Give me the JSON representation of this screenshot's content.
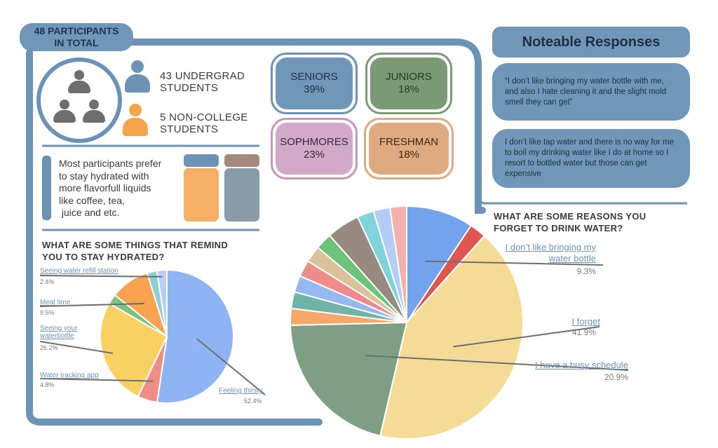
{
  "participants": {
    "tag_line1": "48 PARTICIPANTS",
    "tag_line2": "IN TOTAL"
  },
  "groups": [
    {
      "line1": "43 UNDERGRAD",
      "line2": "STUDENTS",
      "color": "#6c93b5"
    },
    {
      "line1": "5 NON-COLLEGE",
      "line2": "STUDENTS",
      "color": "#f4a54c"
    }
  ],
  "classes": [
    {
      "name": "SENIORS",
      "pct": "39%",
      "fill": "#7097b8",
      "border": "#6c93b5",
      "text": "#1d3044"
    },
    {
      "name": "JUNIORS",
      "pct": "18%",
      "fill": "#7a9a76",
      "border": "#7a9a76",
      "text": "#253a24"
    },
    {
      "name": "SOPHMORES",
      "pct": "23%",
      "fill": "#d3a9c9",
      "border": "#c895bd",
      "text": "#3a2a35"
    },
    {
      "name": "FRESHMAN",
      "pct": "18%",
      "fill": "#dfaa80",
      "border": "#dfaa80",
      "text": "#3d2a1b"
    }
  ],
  "preference": {
    "lines": [
      "Most participants prefer",
      "to stay hydrated with",
      "more flavorfull liquids",
      "like coffee, tea,",
      " juice and etc."
    ]
  },
  "notes": {
    "title": "Noteable Responses",
    "quote1": "“I don’t like bringing my water bottle with me, and also I hate cleaning it and the slight mold smell they can get”",
    "quote2": "I don’t like tap water and there is no way for me to boil my drinking water like I do at home so I resort to bottled water but those can get expensive"
  },
  "chart_data": [
    {
      "type": "pie",
      "title_lines": [
        "WHAT ARE SOME THINGS THAT REMIND",
        "YOU TO STAY HYDRATED?"
      ],
      "slices": [
        {
          "label": "Feeling thirsty",
          "value": 52.4,
          "pct_text": "52.4%",
          "color": "#8fb4f4",
          "labeled": true
        },
        {
          "label": "Water tracking app",
          "value": 4.8,
          "pct_text": "4.8%",
          "color": "#ef8e86",
          "labeled": true
        },
        {
          "label": "Seeing your waterbottle",
          "value": 26.2,
          "pct_text": "26.2%",
          "color": "#f9d163",
          "labeled": true
        },
        {
          "label": "",
          "value": 2.4,
          "pct_text": "",
          "color": "#7dc282",
          "labeled": false
        },
        {
          "label": "Meal time",
          "value": 9.5,
          "pct_text": "9.5%",
          "color": "#f7a451",
          "labeled": true
        },
        {
          "label": "",
          "value": 2.4,
          "pct_text": "",
          "color": "#8fd1d1",
          "labeled": false
        },
        {
          "label": "Seeing water refill station",
          "value": 2.4,
          "pct_text": "2.4%",
          "color": "#b9cdf6",
          "labeled": true
        }
      ]
    },
    {
      "type": "pie",
      "title_lines": [
        "WHAT ARE SOME REASONS YOU",
        "FORGET TO DRINK WATER?"
      ],
      "slices": [
        {
          "label": "I don’t like bringing my water bottle",
          "value": 9.3,
          "pct_text": "9.3%",
          "color": "#72a3ec",
          "labeled": true
        },
        {
          "label": "",
          "value": 2.3,
          "pct_text": "",
          "color": "#e0554f",
          "labeled": false
        },
        {
          "label": "I forget",
          "value": 41.9,
          "pct_text": "41.9%",
          "color": "#f5dc96",
          "labeled": true
        },
        {
          "label": "I have a busy schedule",
          "value": 20.9,
          "pct_text": "20.9%",
          "color": "#7f9f85",
          "labeled": true
        },
        {
          "label": "",
          "value": 2.3,
          "pct_text": "",
          "color": "#f6a86b",
          "labeled": false
        },
        {
          "label": "",
          "value": 2.3,
          "pct_text": "",
          "color": "#6fb3a9",
          "labeled": false
        },
        {
          "label": "",
          "value": 2.3,
          "pct_text": "",
          "color": "#97b7ef",
          "labeled": false
        },
        {
          "label": "",
          "value": 2.3,
          "pct_text": "",
          "color": "#ee8c8c",
          "labeled": false
        },
        {
          "label": "",
          "value": 2.3,
          "pct_text": "",
          "color": "#d8c39a",
          "labeled": false
        },
        {
          "label": "",
          "value": 2.3,
          "pct_text": "",
          "color": "#6ec27a",
          "labeled": false
        },
        {
          "label": "",
          "value": 4.6,
          "pct_text": "",
          "color": "#978a80",
          "labeled": false
        },
        {
          "label": "",
          "value": 2.3,
          "pct_text": "",
          "color": "#7fd3dc",
          "labeled": false
        },
        {
          "label": "",
          "value": 2.3,
          "pct_text": "",
          "color": "#b4cdf6",
          "labeled": false
        },
        {
          "label": "",
          "value": 2.3,
          "pct_text": "",
          "color": "#f4b0ab",
          "labeled": false
        }
      ]
    }
  ]
}
